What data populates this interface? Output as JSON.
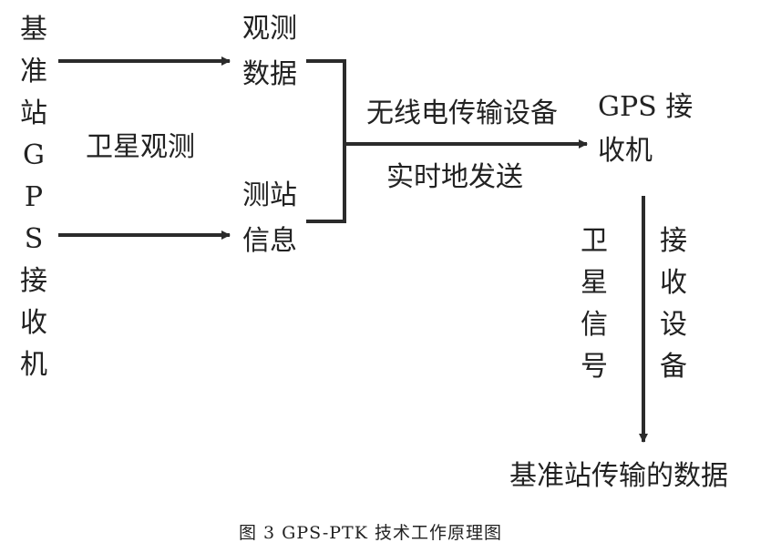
{
  "base_station_receiver": [
    "基",
    "准",
    "站",
    "G",
    "P",
    "S",
    "接",
    "收",
    "机"
  ],
  "satellite_observation": "卫星观测",
  "observation_data": [
    "观测",
    "数据"
  ],
  "station_info": [
    "测站",
    "信息"
  ],
  "radio_transmission": "无线电传输设备",
  "realtime_send": "实时地发送",
  "gps_receiver": [
    "GPS 接",
    "收机"
  ],
  "satellite_signal": [
    "卫",
    "星",
    "信",
    "号"
  ],
  "receiving_equipment": [
    "接",
    "收",
    "设",
    "备"
  ],
  "base_station_data": "基准站传输的数据",
  "caption": "图 3 GPS-PTK 技术工作原理图",
  "colors": {
    "line": "#2b2b2b",
    "text": "#222222"
  }
}
